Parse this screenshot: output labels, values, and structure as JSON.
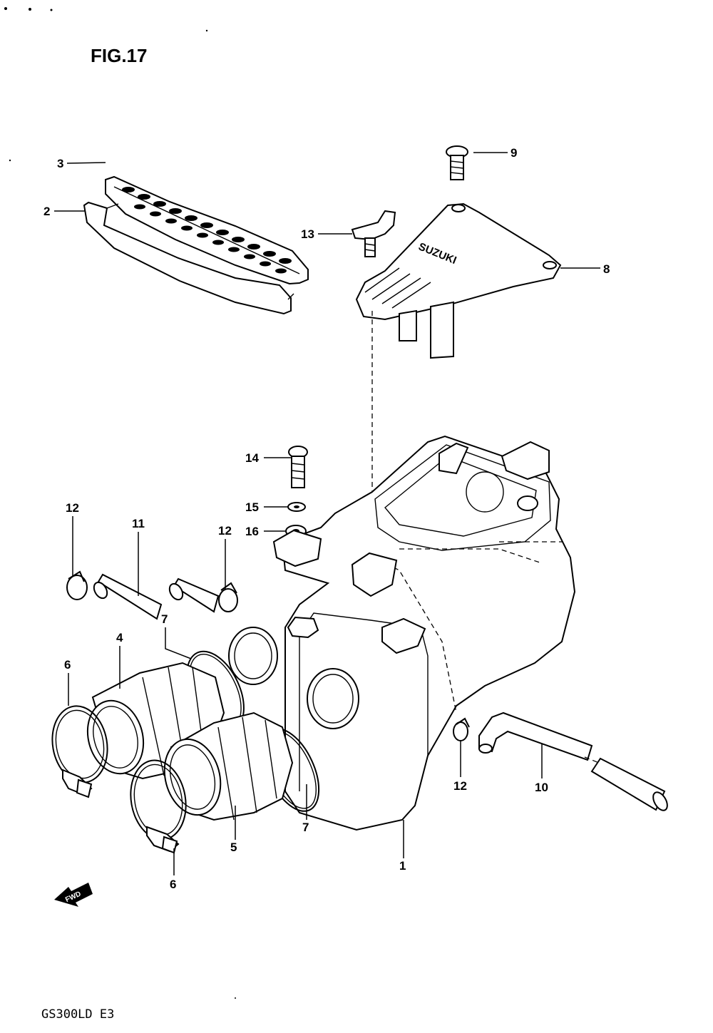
{
  "figure": {
    "title": "FIG.17",
    "model_code": "GS300LD E3",
    "brand_mark": "SUZUKI",
    "direction_mark": "FWD"
  },
  "callouts": [
    {
      "id": "c1",
      "label": "1"
    },
    {
      "id": "c2",
      "label": "2"
    },
    {
      "id": "c3",
      "label": "3"
    },
    {
      "id": "c4",
      "label": "4"
    },
    {
      "id": "c5",
      "label": "5"
    },
    {
      "id": "c6a",
      "label": "6"
    },
    {
      "id": "c6b",
      "label": "6"
    },
    {
      "id": "c7a",
      "label": "7"
    },
    {
      "id": "c7b",
      "label": "7"
    },
    {
      "id": "c8",
      "label": "8"
    },
    {
      "id": "c9",
      "label": "9"
    },
    {
      "id": "c10",
      "label": "10"
    },
    {
      "id": "c11",
      "label": "11"
    },
    {
      "id": "c12a",
      "label": "12"
    },
    {
      "id": "c12b",
      "label": "12"
    },
    {
      "id": "c12c",
      "label": "12"
    },
    {
      "id": "c13",
      "label": "13"
    },
    {
      "id": "c14",
      "label": "14"
    },
    {
      "id": "c15",
      "label": "15"
    },
    {
      "id": "c16",
      "label": "16"
    }
  ]
}
